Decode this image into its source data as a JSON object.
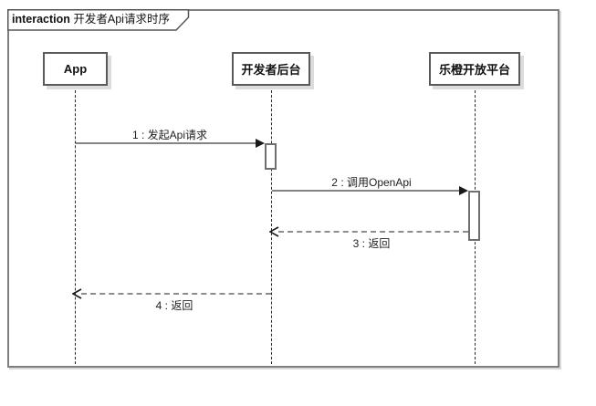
{
  "diagram": {
    "type": "uml-sequence",
    "frame": {
      "keyword": "interaction",
      "title": "开发者Api请求时序"
    },
    "lifelines": [
      {
        "name": "App"
      },
      {
        "name": "开发者后台"
      },
      {
        "name": "乐橙开放平台"
      }
    ],
    "messages": [
      {
        "label": "1 : 发起Api请求",
        "type": "sync",
        "from": "App",
        "to": "开发者后台"
      },
      {
        "label": "2 : 调用OpenApi",
        "type": "sync",
        "from": "开发者后台",
        "to": "乐橙开放平台"
      },
      {
        "label": "3 : 返回",
        "type": "return",
        "from": "乐橙开放平台",
        "to": "开发者后台"
      },
      {
        "label": "4 : 返回",
        "type": "return",
        "from": "开发者后台",
        "to": "App"
      }
    ],
    "colors": {
      "frame_border": "#7f7f7f",
      "box_border": "#5a5a5a",
      "box_shadow": "#dcdcdc",
      "message_line": "#848484",
      "arrowhead": "#1a1a1a",
      "lifeline": "#2a2a2a",
      "background": "#ffffff",
      "text": "#111111"
    }
  }
}
